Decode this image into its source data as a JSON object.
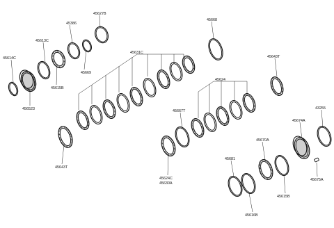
{
  "part_labels": {
    "p45614C": "45614C",
    "p45613C": "45613C",
    "p45386": "45386",
    "p45627B": "45627B",
    "p45669": "45669",
    "p45615B": "45615B",
    "p45652D": "456523",
    "p45668": "45668",
    "p45631C": "45631C",
    "p45643T_top": "45643T",
    "p45624": "45624",
    "p45667T": "45667T",
    "p45643T_bottom": "45643T",
    "p45624C": "45624C",
    "p45630A": "45630A",
    "p45674A": "45674A",
    "p43255": "43255",
    "p45670A": "45670A",
    "p45681": "45681",
    "p45615B_2": "45615B",
    "p45675A": "45675A",
    "p45616B": "45616B"
  },
  "colors": {
    "line": "#111111",
    "band_fill": "#cfcfcf",
    "background": "#ffffff"
  }
}
